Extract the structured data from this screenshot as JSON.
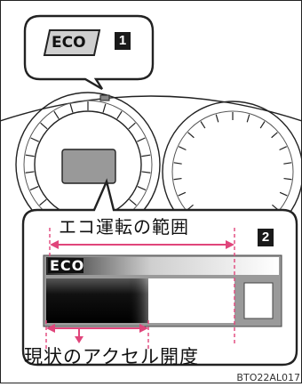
{
  "callout_top": {
    "indicator_text": "ECO",
    "number": "1"
  },
  "callout_bottom": {
    "number": "2",
    "range_label": "エコ運転の範囲",
    "bar_text": "ECO",
    "throttle_label": "現状のアクセル開度"
  },
  "image_code": "BTO22AL017",
  "colors": {
    "outline": "#1a1a1a",
    "arrow": "#e0457b",
    "bar_dark": "#111111",
    "bar_frame": "#9a9a9a"
  }
}
